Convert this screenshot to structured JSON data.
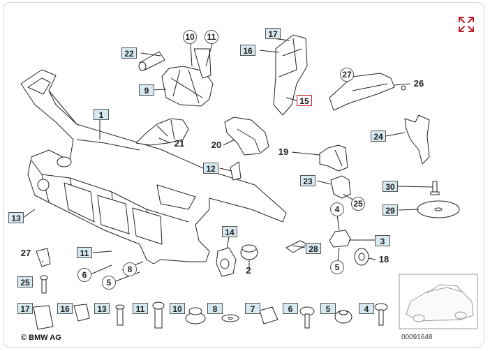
{
  "labels": {
    "l1": "1",
    "l2": "2",
    "l3": "3",
    "l4": "4",
    "l5": "5",
    "l6": "6",
    "l7": "7",
    "l8": "8",
    "l9": "9",
    "l10": "10",
    "l11": "11",
    "l12": "12",
    "l13": "13",
    "l14": "14",
    "l15": "15",
    "l16": "16",
    "l17": "17",
    "l18": "18",
    "l19": "19",
    "l20": "20",
    "l21": "21",
    "l22": "22",
    "l23": "23",
    "l24": "24",
    "l25": "25",
    "l26": "26",
    "l27": "27",
    "l28": "28",
    "l29": "29",
    "l30": "30"
  },
  "footer": {
    "brand": "BMW AG",
    "diagram_code": "00091648"
  },
  "colors": {
    "line": "#222222",
    "box_fill": "#d6e8f0",
    "highlight": "#c0202a",
    "expand_icon": "#c0202a"
  },
  "icons": {
    "expand": "expand-arrows-icon"
  }
}
